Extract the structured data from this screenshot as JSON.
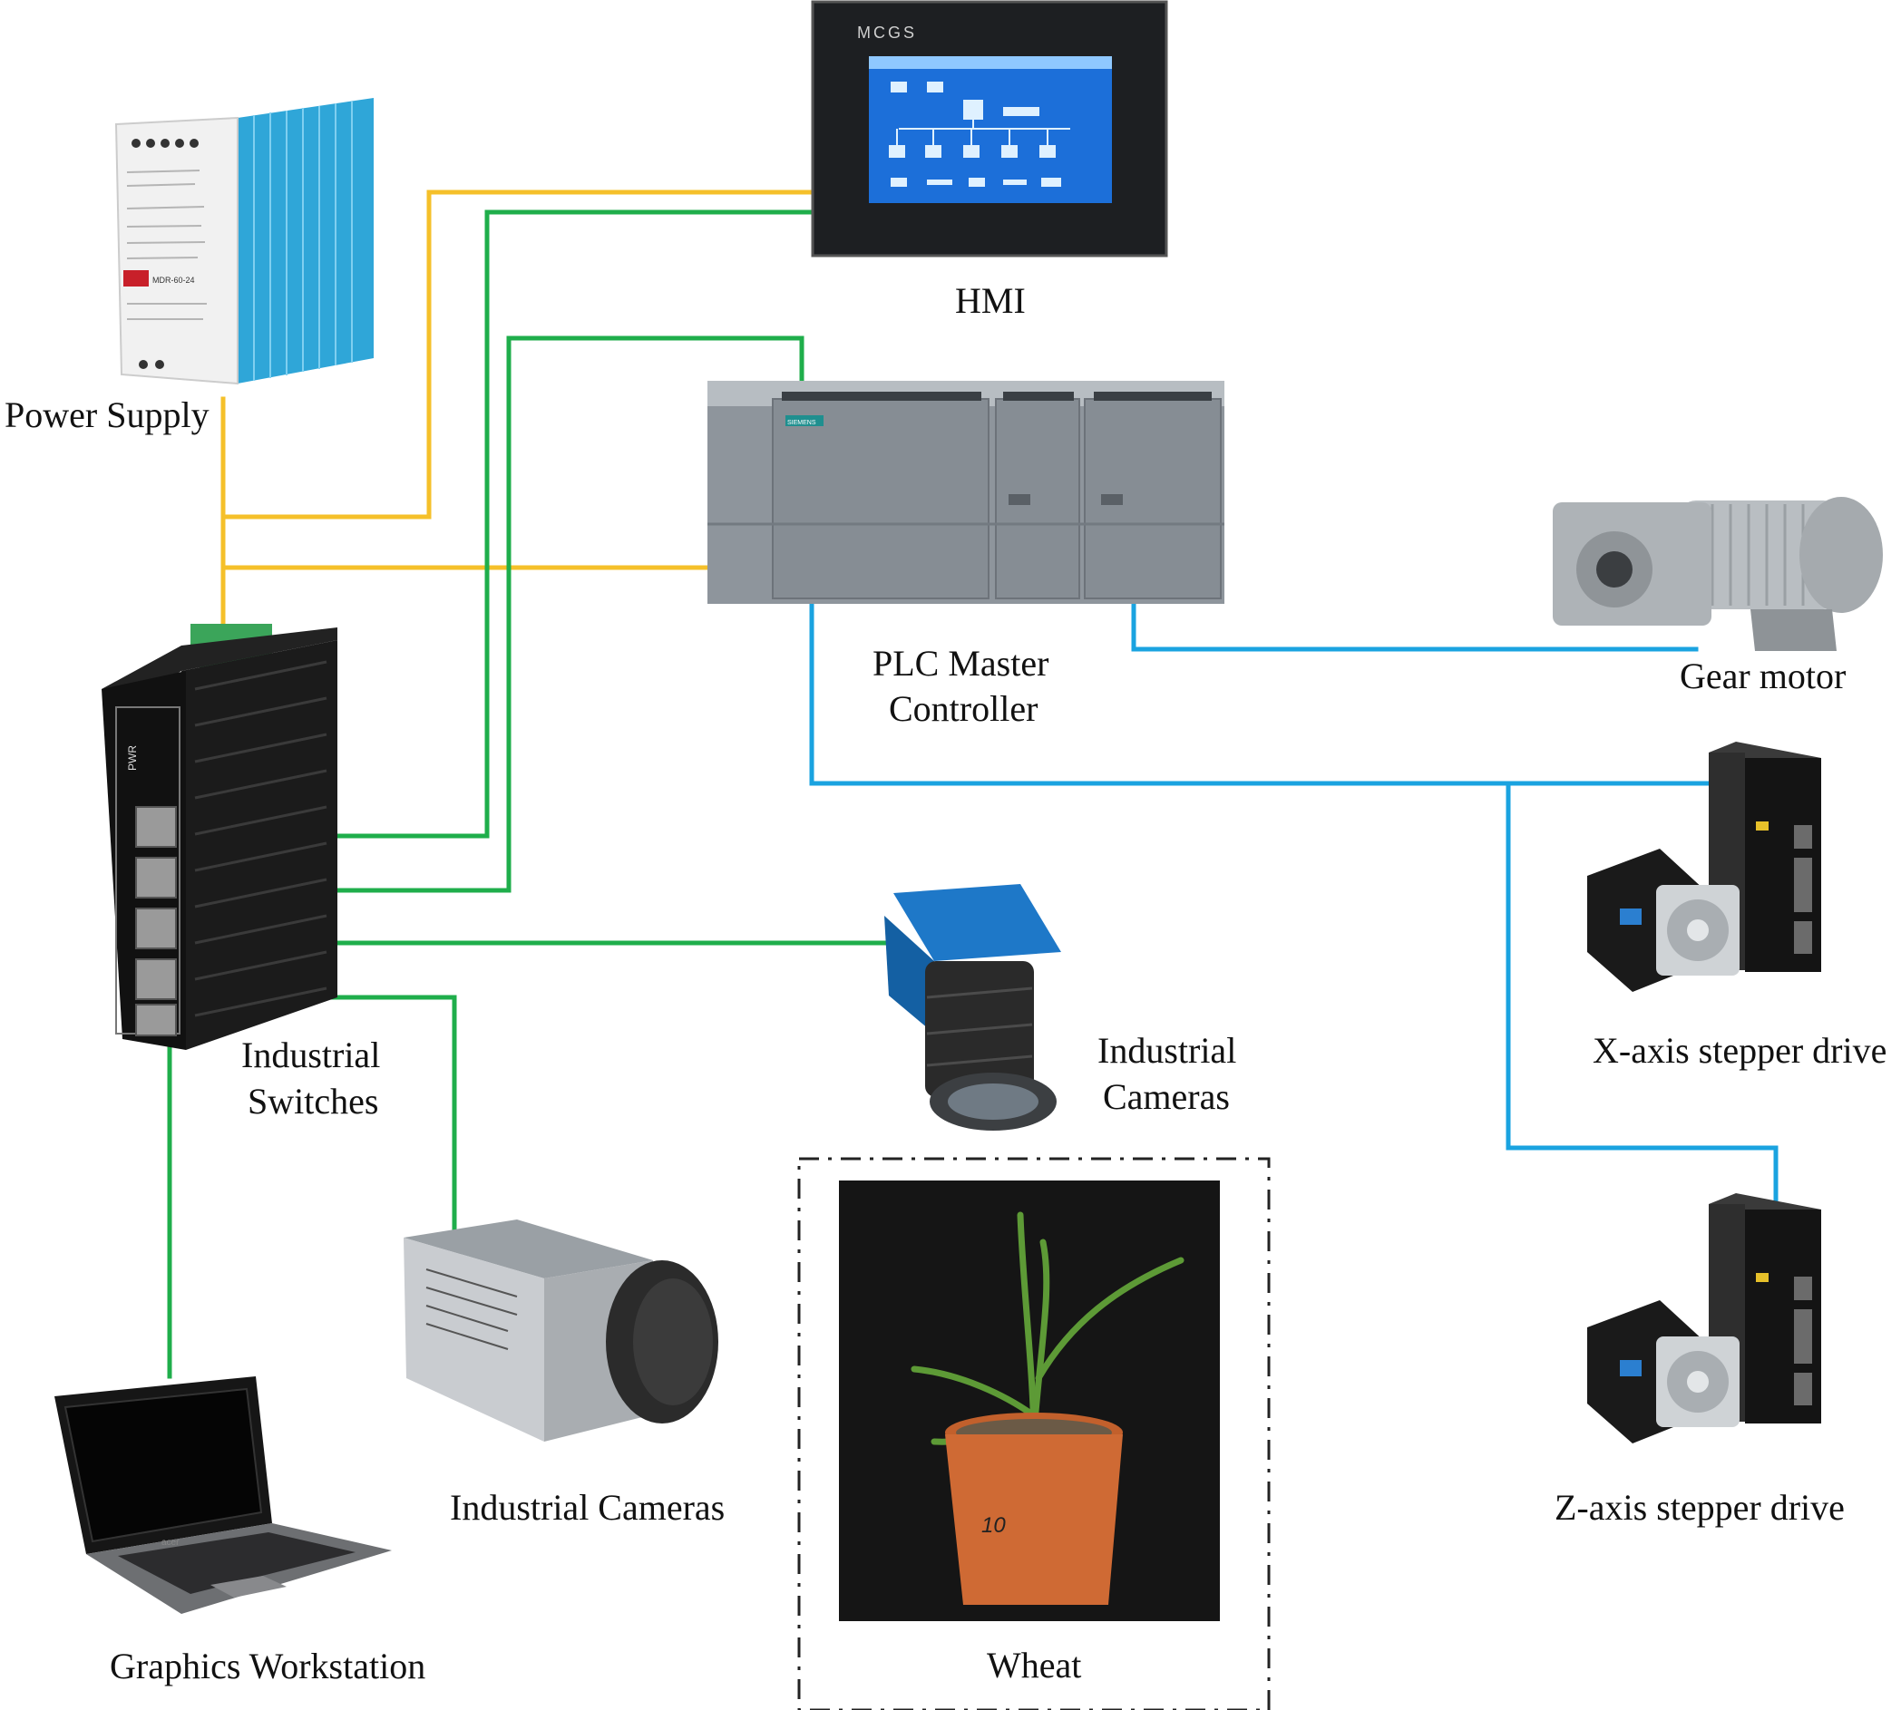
{
  "colors": {
    "power_wire": "#f5c02a",
    "network_wire": "#1fae4b",
    "control_wire": "#1aa3e0",
    "background": "#ffffff"
  },
  "devices": {
    "power_supply": {
      "label": "Power Supply",
      "model_text": "MDR-60-24"
    },
    "hmi": {
      "label": "HMI",
      "brand_text": "MCGS"
    },
    "plc": {
      "label_line1": "PLC Master",
      "label_line2": "Controller",
      "brand_text": "SIEMENS"
    },
    "gear_motor": {
      "label": "Gear motor"
    },
    "switch": {
      "label_line1": "Industrial",
      "label_line2": "Switches",
      "pwr_text": "PWR"
    },
    "camera_top": {
      "label_line1": "Industrial",
      "label_line2": "Cameras"
    },
    "camera_bottom": {
      "label": "Industrial Cameras"
    },
    "x_drive": {
      "label": "X-axis stepper drive"
    },
    "z_drive": {
      "label": "Z-axis stepper drive"
    },
    "workstation": {
      "label": "Graphics Workstation",
      "brand_text": "acer"
    },
    "wheat": {
      "label": "Wheat",
      "pot_text": "10"
    }
  }
}
